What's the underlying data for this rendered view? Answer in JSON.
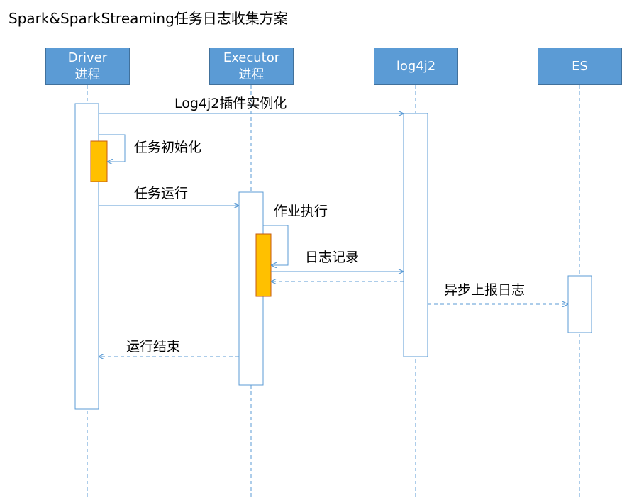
{
  "title": "Spark&SparkStreaming任务日志收集方案",
  "participants": [
    {
      "id": "driver",
      "line1": "Driver",
      "line2": "进程"
    },
    {
      "id": "executor",
      "line1": "Executor",
      "line2": "进程"
    },
    {
      "id": "log4j2",
      "line1": "log4j2",
      "line2": ""
    },
    {
      "id": "es",
      "line1": "ES",
      "line2": ""
    }
  ],
  "messages": {
    "plugin_init": "Log4j2插件实例化",
    "task_init": "任务初始化",
    "task_run": "任务运行",
    "job_exec": "作业执行",
    "log_record": "日志记录",
    "async_report": "异步上报日志",
    "run_end": "运行结束"
  },
  "colors": {
    "header_fill": "#5b9bd5",
    "line": "#5b9bd5",
    "activation_highlight": "#ffc000"
  }
}
